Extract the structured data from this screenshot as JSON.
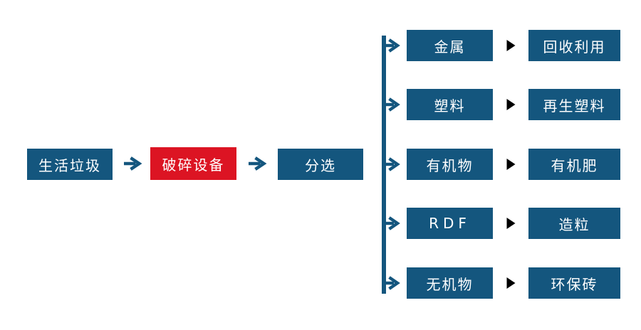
{
  "diagram": {
    "type": "flowchart",
    "description": "Household waste processing flow: waste is crushed, sorted, and separated into five material streams with end products",
    "colors": {
      "node_blue": "#14567E",
      "node_red": "#DC1423",
      "arrow_blue": "#14567E",
      "text_white": "#FFFFFF",
      "background": "#FFFFFF"
    },
    "main_flow": {
      "nodes": [
        {
          "label": "生活垃圾",
          "style": "blue"
        },
        {
          "label": "破碎设备",
          "style": "red"
        },
        {
          "label": "分选",
          "style": "blue"
        }
      ]
    },
    "branches": [
      {
        "source": "金属",
        "result": "回收利用"
      },
      {
        "source": "塑料",
        "result": "再生塑料"
      },
      {
        "source": "有机物",
        "result": "有机肥"
      },
      {
        "source": "RDF",
        "result": "造粒"
      },
      {
        "source": "无机物",
        "result": "环保砖"
      }
    ],
    "icons": {
      "arrow_right": "→"
    }
  }
}
